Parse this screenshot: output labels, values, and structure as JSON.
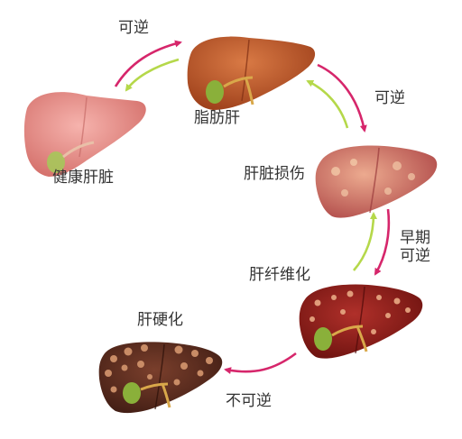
{
  "stages": {
    "healthy": {
      "label": "健康肝脏"
    },
    "fatty": {
      "label": "脂肪肝"
    },
    "injury": {
      "label": "肝脏损伤"
    },
    "fibrosis": {
      "label": "肝纤维化"
    },
    "cirrhosis": {
      "label": "肝硬化"
    }
  },
  "transitions": {
    "healthy_fatty": "可逆",
    "fatty_injury": "可逆",
    "injury_fibrosis_line1": "早期",
    "injury_fibrosis_line2": "可逆",
    "fibrosis_cirrhosis": "不可逆"
  },
  "colors": {
    "forward_arrow": "#d6266b",
    "back_arrow": "#b5d84a",
    "label_text": "#333333",
    "healthy_liver": "#e88f8a",
    "fatty_liver": "#c0582b",
    "injured_liver": "#d7736a",
    "fibrotic_liver": "#8e1e18",
    "cirrhotic_liver": "#5a2a1e",
    "gallbladder": "#8ab03a"
  }
}
